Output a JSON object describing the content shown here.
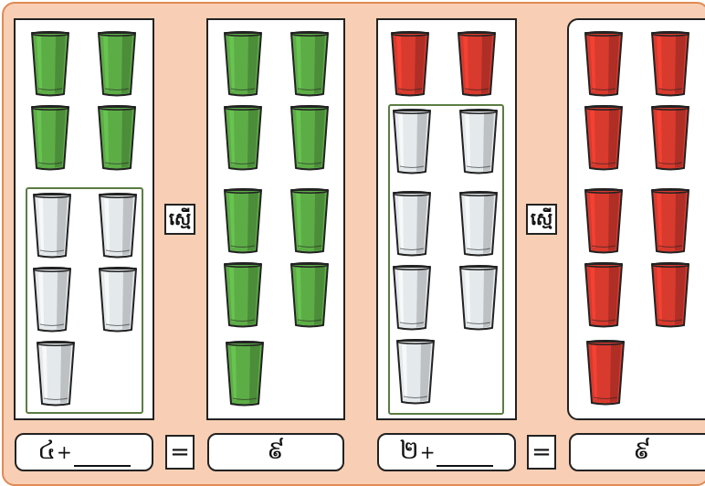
{
  "colors": {
    "background": "#f8cfb4",
    "green_cup": "#5dad47",
    "red_cup": "#d83a2e",
    "empty_cup": "#e4e9ec"
  },
  "icons": {
    "cup": "drinking-glass-icon"
  },
  "problem1": {
    "left_full_cups": 4,
    "left_empty_cups": 5,
    "equals_word": "ស្មើ",
    "right_full_cups": 9,
    "addend_known": "៤",
    "plus": "+",
    "equals_sign": "=",
    "total": "៩"
  },
  "problem2": {
    "left_full_cups": 2,
    "left_empty_cups": 7,
    "equals_word": "ស្មើ",
    "right_full_cups": 9,
    "addend_known": "២",
    "plus": "+",
    "equals_sign": "=",
    "total": "៩"
  }
}
